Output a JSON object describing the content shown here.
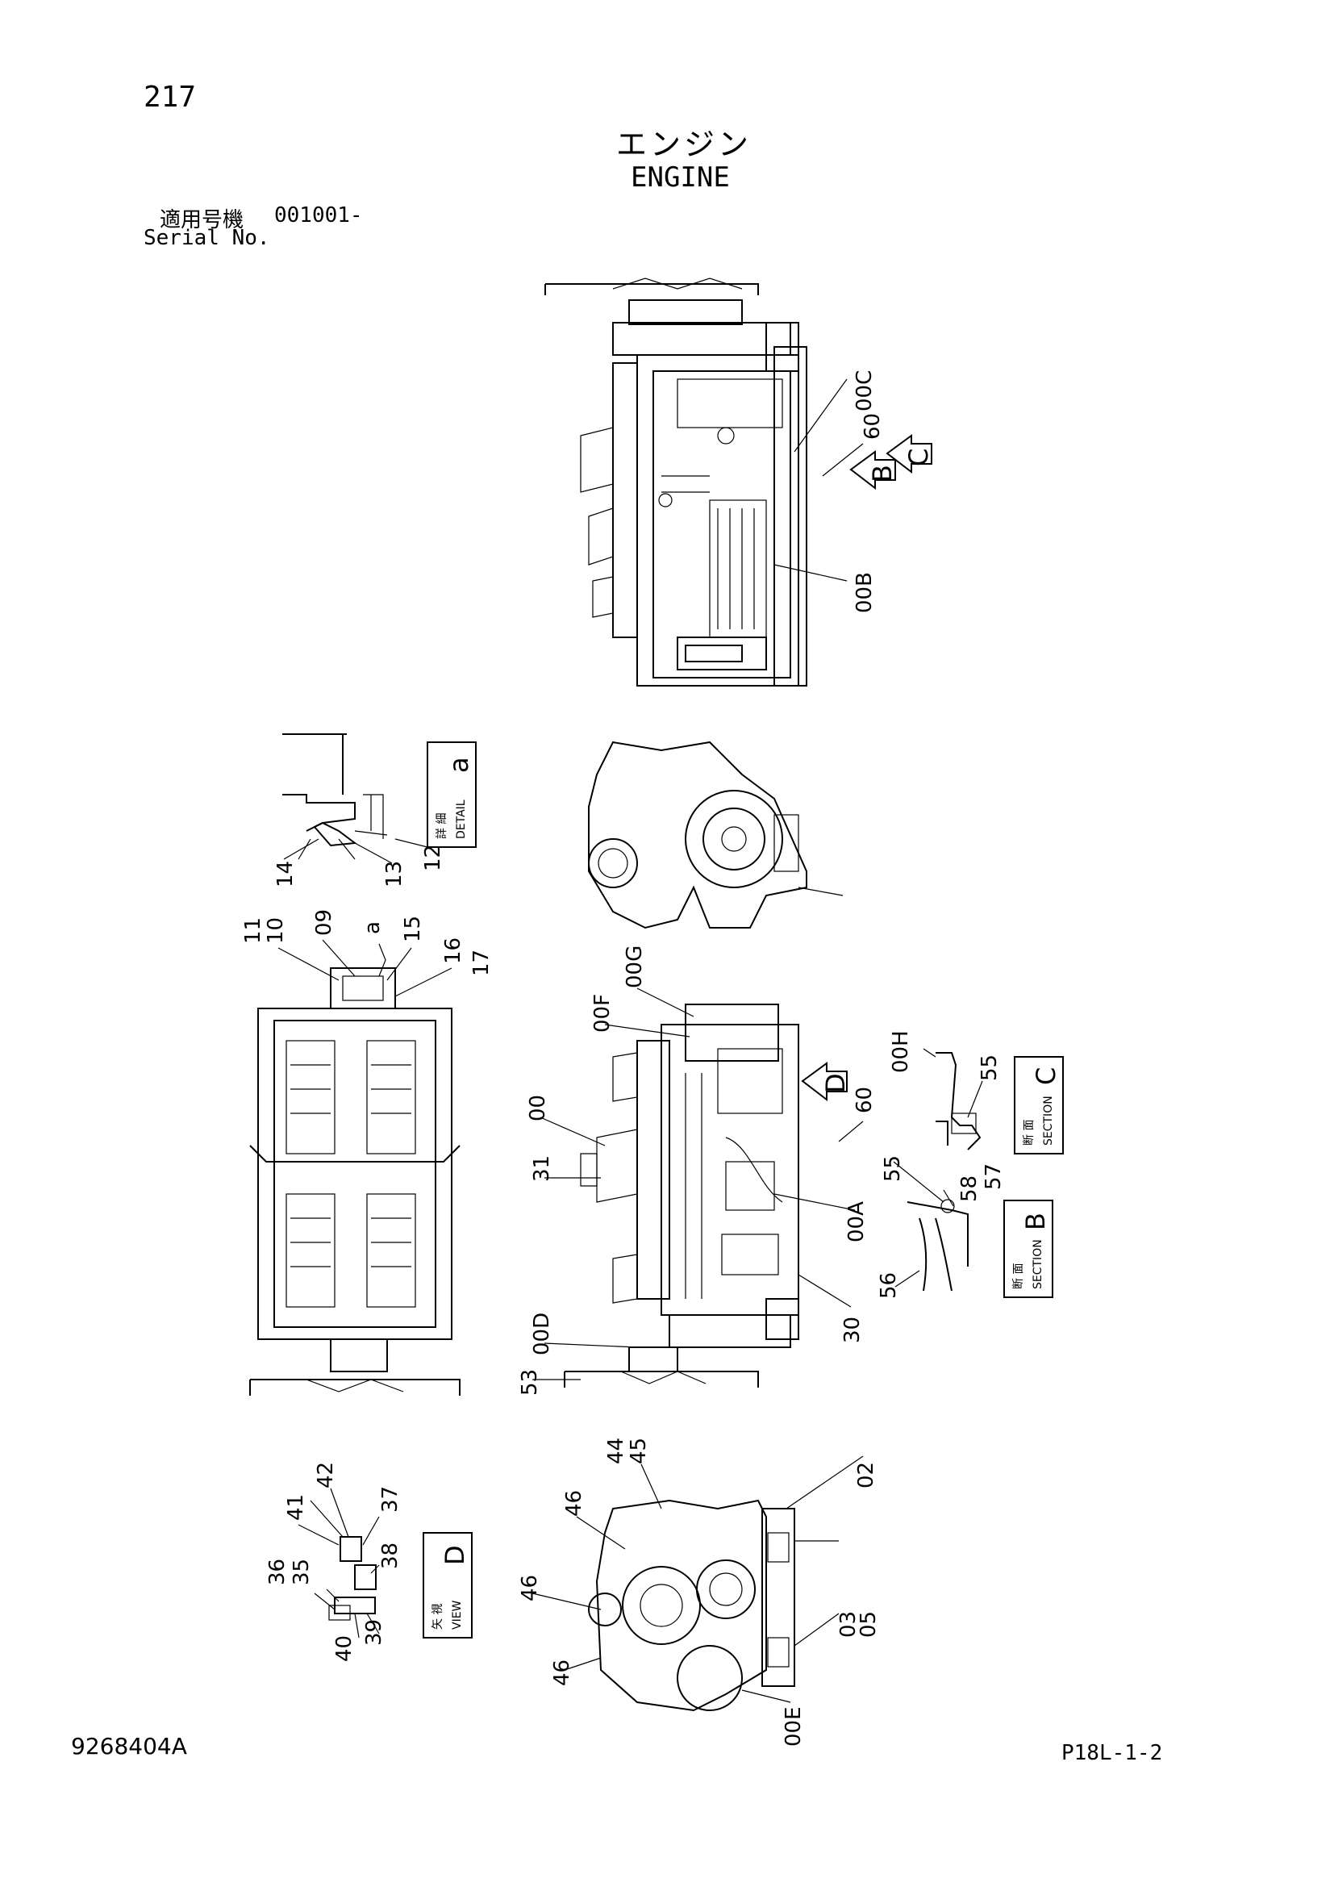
{
  "header": {
    "page_number": "217",
    "title_jp": "エンジン",
    "title_en": "ENGINE",
    "serial_label_jp": "適用号機",
    "serial_value": "001001-",
    "serial_label_en": "Serial No."
  },
  "footer": {
    "drawing_number": "9268404A",
    "sheet_ref": "P18L-1-2"
  },
  "view_boxes": {
    "detail_a": {
      "jp": "詳 細",
      "en": "DETAIL",
      "letter": "a"
    },
    "section_c": {
      "jp": "断 面",
      "en": "SECTION",
      "letter": "C"
    },
    "section_b": {
      "jp": "断 面",
      "en": "SECTION",
      "letter": "B"
    },
    "view_d": {
      "jp": "矢 視",
      "en": "VIEW",
      "letter": "D"
    }
  },
  "arrows": {
    "b": "B",
    "c": "C",
    "d": "D"
  },
  "callouts": {
    "top_view": [
      "00C",
      "60",
      "00B"
    ],
    "detail_a": [
      "14",
      "13",
      "12"
    ],
    "left_view": [
      "11",
      "10",
      "09",
      "a",
      "15",
      "16",
      "17"
    ],
    "side_view": [
      "00G",
      "00F",
      "00",
      "31",
      "60",
      "00A",
      "00D",
      "53",
      "30"
    ],
    "section_c": [
      "00H",
      "55"
    ],
    "section_b": [
      "55",
      "58",
      "57",
      "56"
    ],
    "view_d": [
      "42",
      "41",
      "37",
      "38",
      "35",
      "36",
      "39",
      "40"
    ],
    "rear_view": [
      "44",
      "45",
      "02",
      "46",
      "46",
      "46",
      "03",
      "05",
      "00E"
    ]
  }
}
